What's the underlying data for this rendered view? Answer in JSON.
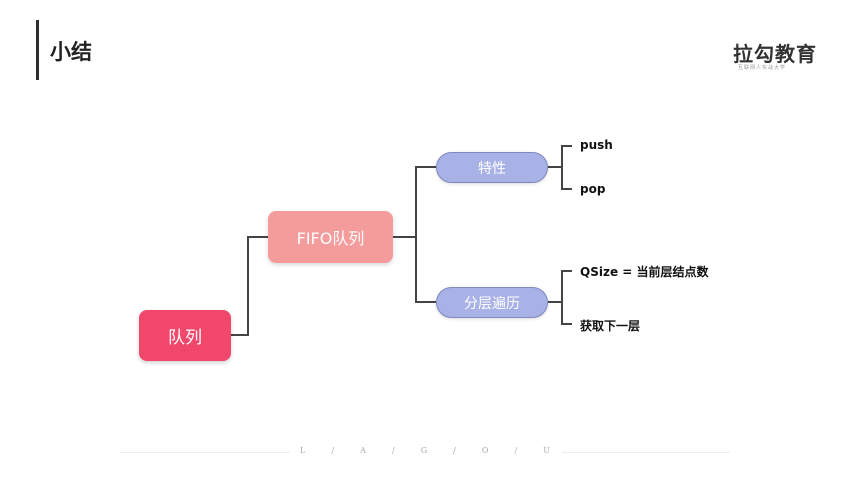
{
  "header": {
    "title": "小结",
    "logo_text": "拉勾教育",
    "logo_subtitle": "互联网人实战大学"
  },
  "diagram": {
    "root": "队列",
    "level1": "FIFO队列",
    "branches": [
      {
        "label": "特性",
        "leaves": [
          "push",
          "pop"
        ]
      },
      {
        "label": "分层遍历",
        "leaves": [
          "QSize = 当前层结点数",
          "获取下一层"
        ]
      }
    ]
  },
  "footer": {
    "letters": [
      "L",
      "/",
      "A",
      "/",
      "G",
      "/",
      "O",
      "/",
      "U"
    ]
  }
}
